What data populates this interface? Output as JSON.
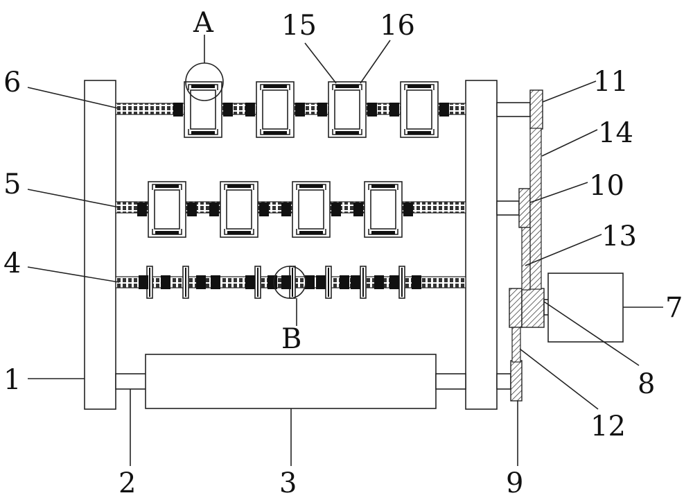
{
  "labels": {
    "l1": "1",
    "l2": "2",
    "l3": "3",
    "l4": "4",
    "l5": "5",
    "l6": "6",
    "l7": "7",
    "l8": "8",
    "l9": "9",
    "l10": "10",
    "l11": "11",
    "l12": "12",
    "l13": "13",
    "l14": "14",
    "l15": "15",
    "l16": "16",
    "detailA": "A",
    "detailB": "B"
  },
  "colors": {
    "line": "#222222",
    "fill": "#ffffff",
    "dark": "#111111"
  }
}
